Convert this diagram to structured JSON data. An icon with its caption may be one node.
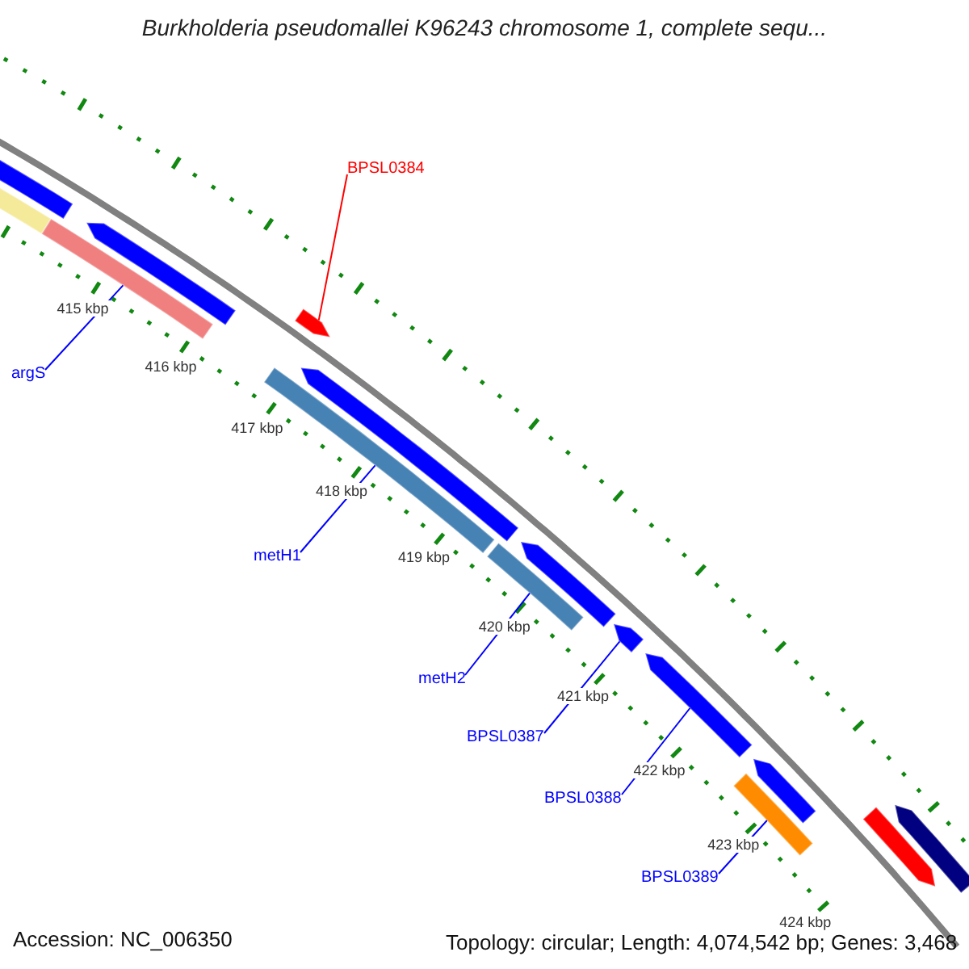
{
  "diagram": {
    "title": "Burkholderia pseudomallei K96243 chromosome 1, complete sequ...",
    "nodes": [
      {
        "text": [],
        "shape": "bar"
      },
      {
        "text": [],
        "shape": "bar"
      },
      {
        "text": [],
        "shape": "bar"
      },
      {
        "text": [],
        "shape": "bar"
      },
      {
        "text": [],
        "shape": "bar"
      },
      {
        "text": [],
        "shape": "bar"
      },
      {
        "text": [],
        "shape": "bar"
      },
      {
        "text": [],
        "shape": "bar"
      },
      {
        "text": [],
        "shape": "bar"
      },
      {
        "text": [],
        "shape": "bar"
      },
      {
        "text": [],
        "shape": "bar"
      },
      {
        "text": [],
        "shape": "bar"
      },
      {
        "text": [],
        "shape": "bar"
      },
      {
        "text": [],
        "shape": "bar"
      },
      {
        "text": [],
        "shape": "bar"
      },
      {
        "text": [
          "BPSL0384"
        ]
      },
      {
        "text": [
          "argS"
        ]
      },
      {
        "text": [
          "metH1"
        ]
      },
      {
        "text": [
          "metH2"
        ]
      },
      {
        "text": [
          "BPSL0387"
        ]
      },
      {
        "text": [
          "BPSL0388"
        ]
      },
      {
        "text": [
          "BPSL0389"
        ]
      }
    ],
    "edges": [
      {
        "from": 15,
        "to": 4,
        "arrow": "none",
        "color": "#ff0000"
      },
      {
        "from": 16,
        "to": 3,
        "arrow": "none"
      },
      {
        "from": 17,
        "to": 6,
        "arrow": "none"
      },
      {
        "from": 18,
        "to": 8,
        "arrow": "none"
      },
      {
        "from": 19,
        "to": 9,
        "arrow": "none"
      },
      {
        "from": 20,
        "to": 10,
        "arrow": "none"
      },
      {
        "from": 21,
        "to": 12,
        "arrow": "none"
      }
    ],
    "labels": [
      "415 kbp",
      "416 kbp",
      "417 kbp",
      "418 kbp",
      "419 kbp",
      "420 kbp",
      "421 kbp",
      "422 kbp",
      "423 kbp",
      "424 kbp",
      "Accession: NC_006350",
      "Topology: circular; Length: 4,074,542 bp; Genes: 3,468"
    ]
  }
}
